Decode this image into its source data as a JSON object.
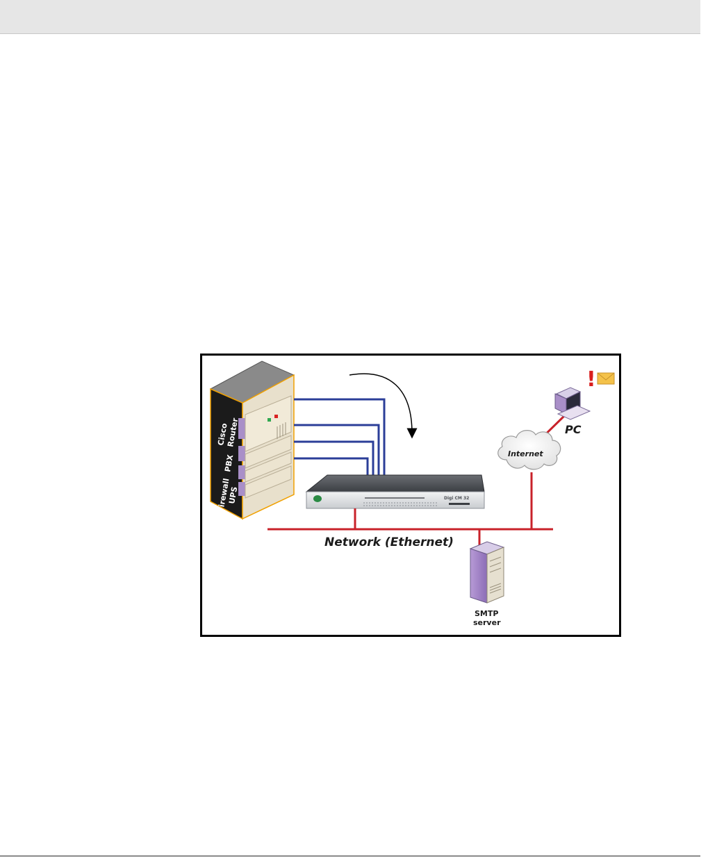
{
  "header": {
    "title": ""
  },
  "diagram": {
    "rack": {
      "device_labels": [
        "Cisco",
        "Router",
        "PBX",
        "Firewall",
        "UPS"
      ]
    },
    "console_server": {
      "model_label": "Digi CM 32"
    },
    "network_label": "Network (Ethernet)",
    "internet_label": "Internet",
    "pc_label": "PC",
    "alert_symbol": "!",
    "smtp_label_line1": "SMTP",
    "smtp_label_line2": "server",
    "colors": {
      "serial_cables": "#2b3e98",
      "ethernet": "#c8222a",
      "rack_purple": "#a98fc8",
      "rack_beige": "#e8e0cc",
      "alert_red": "#d91e1e",
      "envelope": "#f4c24a"
    },
    "icons": [
      "equipment-rack",
      "console-server",
      "cloud-icon",
      "pc-icon",
      "alert-icon",
      "envelope-icon",
      "server-tower-icon",
      "curved-arrow-icon"
    ]
  }
}
